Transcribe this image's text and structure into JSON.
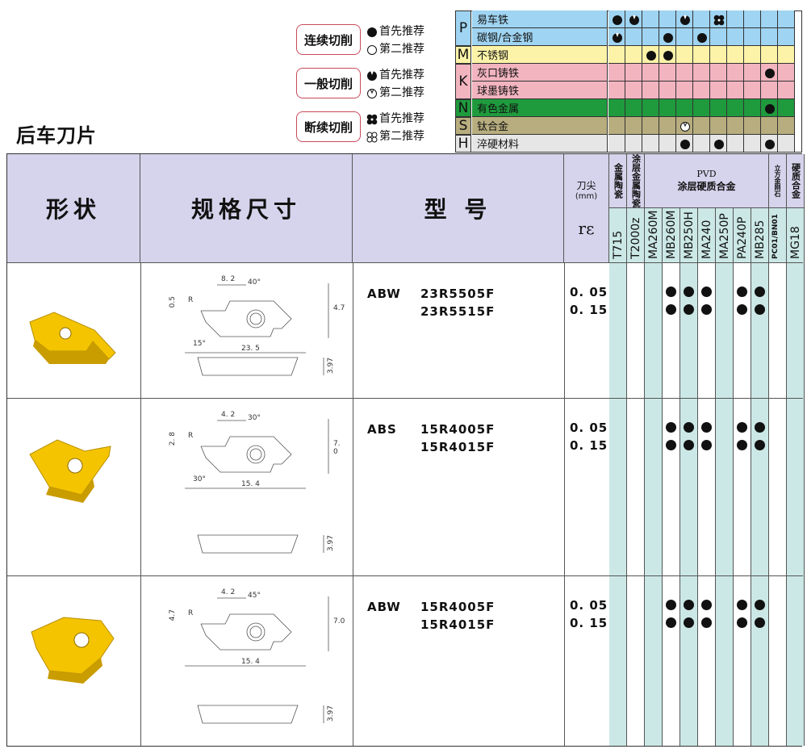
{
  "title": "后车刀片",
  "legend": [
    {
      "box": "连续切削",
      "first": "首先推荐",
      "second": "第二推荐"
    },
    {
      "box": "一般切削",
      "first": "首先推荐",
      "second": "第二推荐"
    },
    {
      "box": "断续切削",
      "first": "首先推荐",
      "second": "第二推荐"
    }
  ],
  "materials": [
    {
      "letter": "P",
      "rows": [
        "易车铁",
        "碳钢/合金钢"
      ],
      "color": "#9fd4f2"
    },
    {
      "letter": "M",
      "rows": [
        "不锈钢"
      ],
      "color": "#fcf3a8"
    },
    {
      "letter": "K",
      "rows": [
        "灰口铸铁",
        "球墨铸铁"
      ],
      "color": "#f2b4bf"
    },
    {
      "letter": "N",
      "rows": [
        "有色金属"
      ],
      "color": "#1f9a3d"
    },
    {
      "letter": "S",
      "rows": [
        "钛合金"
      ],
      "color": "#b7ad7e"
    },
    {
      "letter": "H",
      "rows": [
        "淬硬材料"
      ],
      "color": "#e6e6e6"
    }
  ],
  "header": {
    "shape": "形状",
    "spec": "规格尺寸",
    "model": "型 号",
    "radius_label": "刀尖",
    "radius_unit": "(mm)",
    "radius_symbol": "rε",
    "group_ceramic": "金属陶瓷",
    "group_coated_ceramic": "涂层金属陶瓷",
    "group_pvd_top": "PVD",
    "group_pvd": "涂层硬质合金",
    "group_cbn": "立方金刚石",
    "group_carbide": "硬质合金",
    "grades": [
      "T715",
      "T2000z",
      "MA260M",
      "MB260M",
      "MB250H",
      "MA240",
      "MA250P",
      "PA240P",
      "MB285",
      "PC01/BN01",
      "MG18"
    ]
  },
  "rows": [
    {
      "prefix": "ABW",
      "codes": [
        "23R5505F",
        "23R5515F"
      ],
      "radii": [
        "0. 05",
        "0. 15"
      ],
      "dims": {
        "a": "8. 2",
        "b": "40°",
        "c": "0.5",
        "d": "R",
        "e": "4.7",
        "f": "15°",
        "g": "23. 5",
        "h": "3.97"
      }
    },
    {
      "prefix": "ABS",
      "codes": [
        "15R4005F",
        "15R4015F"
      ],
      "radii": [
        "0. 05",
        "0. 15"
      ],
      "dims": {
        "a": "4. 2",
        "b": "30°",
        "c": "2. 8",
        "d": "R",
        "e": "7. 0",
        "f": "30°",
        "g": "15. 4",
        "h": "3.97"
      }
    },
    {
      "prefix": "ABW",
      "codes": [
        "15R4005F",
        "15R4015F"
      ],
      "radii": [
        "0. 05",
        "0. 15"
      ],
      "dims": {
        "a": "4. 2",
        "b": "45°",
        "c": "4.7",
        "d": "R",
        "e": "7.0",
        "f": "",
        "g": "15. 4",
        "h": "3.97"
      }
    }
  ]
}
